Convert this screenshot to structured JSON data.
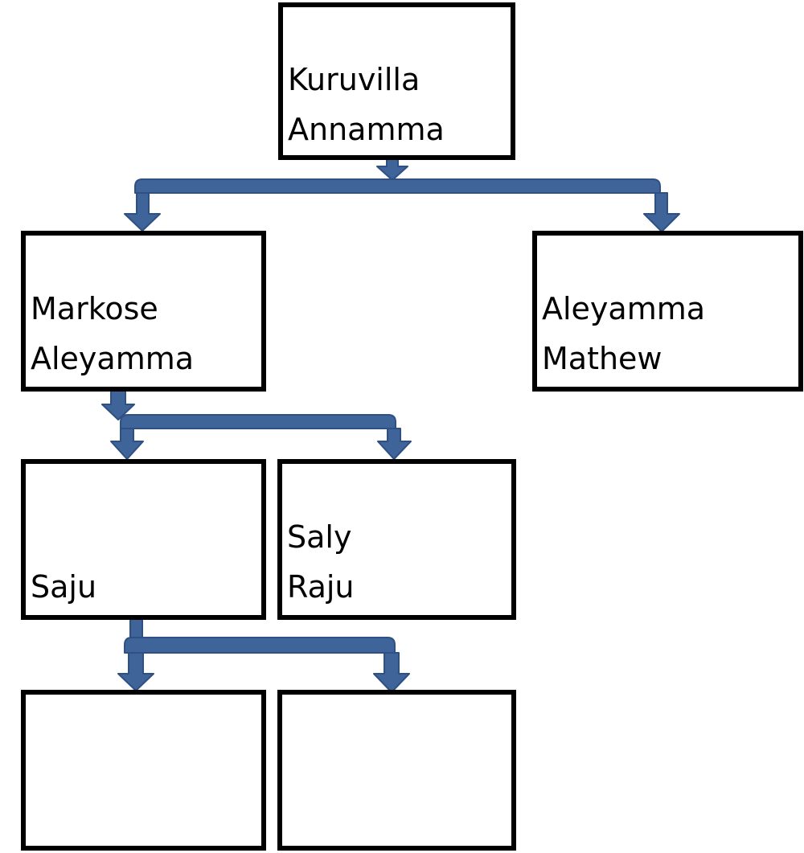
{
  "colors": {
    "box_border": "#000000",
    "connector": "#3F6499",
    "connector_edge": "#2E5082",
    "text": "#000000"
  },
  "nodes": {
    "kuruvilla_annamma": {
      "lines": [
        "Kuruvilla",
        "Annamma"
      ]
    },
    "markose_aleyamma": {
      "lines": [
        "Markose",
        "Aleyamma"
      ]
    },
    "aleyamma_mathew": {
      "lines": [
        "Aleyamma",
        "Mathew"
      ]
    },
    "saju": {
      "lines": [
        "Saju"
      ]
    },
    "saly_raju": {
      "lines": [
        "Saly",
        "Raju"
      ]
    },
    "child_1": {
      "lines": []
    },
    "child_2": {
      "lines": []
    }
  }
}
